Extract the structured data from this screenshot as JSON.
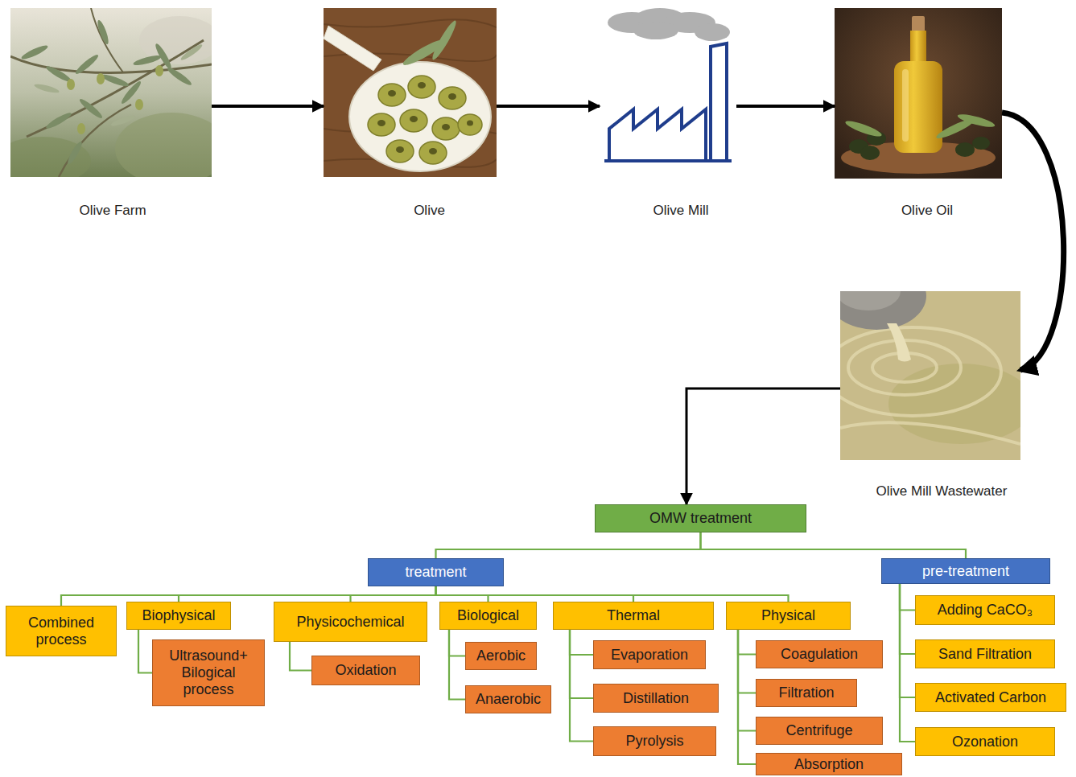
{
  "diagram": {
    "nodes": [
      {
        "text": [
          "Olive Farm"
        ]
      },
      {
        "text": [
          "Olive"
        ]
      },
      {
        "text": [
          "Olive Mill"
        ]
      },
      {
        "text": [
          "Olive Oil"
        ]
      },
      {
        "text": [
          "Olive Mill Wastewater"
        ]
      },
      {
        "text": [
          "OMW treatment"
        ]
      },
      {
        "text": [
          "treatment"
        ]
      },
      {
        "text": [
          "pre-treatment"
        ]
      },
      {
        "text": [
          "Combined process"
        ]
      },
      {
        "text": [
          "Biophysical"
        ]
      },
      {
        "text": [
          "Ultrasound+ Bilogical process"
        ]
      },
      {
        "text": [
          "Physicochemical"
        ]
      },
      {
        "text": [
          "Oxidation"
        ]
      },
      {
        "text": [
          "Biological"
        ]
      },
      {
        "text": [
          "Aerobic"
        ]
      },
      {
        "text": [
          "Anaerobic"
        ]
      },
      {
        "text": [
          "Thermal"
        ]
      },
      {
        "text": [
          "Evaporation"
        ]
      },
      {
        "text": [
          "Distillation"
        ]
      },
      {
        "text": [
          "Pyrolysis"
        ]
      },
      {
        "text": [
          "Physical"
        ]
      },
      {
        "text": [
          "Coagulation"
        ]
      },
      {
        "text": [
          "Filtration"
        ]
      },
      {
        "text": [
          "Centrifuge"
        ]
      },
      {
        "text": [
          "Absorption"
        ]
      },
      {
        "text": [
          "Adding CaCO₃"
        ]
      },
      {
        "text": [
          "Sand Filtration"
        ]
      },
      {
        "text": [
          "Activated Carbon"
        ]
      },
      {
        "text": [
          "Ozonation"
        ]
      }
    ],
    "edges": [
      {
        "from": 0,
        "to": 1,
        "arrow": "to"
      },
      {
        "from": 1,
        "to": 2,
        "arrow": "to"
      },
      {
        "from": 2,
        "to": 3,
        "arrow": "to"
      },
      {
        "from": 3,
        "to": 4,
        "arrow": "to"
      },
      {
        "from": 4,
        "to": 5,
        "arrow": "to"
      },
      {
        "from": 5,
        "to": 6,
        "arrow": "none"
      },
      {
        "from": 5,
        "to": 7,
        "arrow": "none"
      },
      {
        "from": 6,
        "to": 8,
        "arrow": "none"
      },
      {
        "from": 6,
        "to": 9,
        "arrow": "none"
      },
      {
        "from": 6,
        "to": 11,
        "arrow": "none"
      },
      {
        "from": 6,
        "to": 13,
        "arrow": "none"
      },
      {
        "from": 6,
        "to": 16,
        "arrow": "none"
      },
      {
        "from": 6,
        "to": 20,
        "arrow": "none"
      },
      {
        "from": 9,
        "to": 10,
        "arrow": "none"
      },
      {
        "from": 11,
        "to": 12,
        "arrow": "none"
      },
      {
        "from": 13,
        "to": 14,
        "arrow": "none"
      },
      {
        "from": 13,
        "to": 15,
        "arrow": "none"
      },
      {
        "from": 16,
        "to": 17,
        "arrow": "none"
      },
      {
        "from": 16,
        "to": 18,
        "arrow": "none"
      },
      {
        "from": 16,
        "to": 19,
        "arrow": "none"
      },
      {
        "from": 20,
        "to": 21,
        "arrow": "none"
      },
      {
        "from": 20,
        "to": 22,
        "arrow": "none"
      },
      {
        "from": 20,
        "to": 23,
        "arrow": "none"
      },
      {
        "from": 20,
        "to": 24,
        "arrow": "none"
      },
      {
        "from": 7,
        "to": 25,
        "arrow": "none"
      },
      {
        "from": 7,
        "to": 26,
        "arrow": "none"
      },
      {
        "from": 7,
        "to": 27,
        "arrow": "none"
      },
      {
        "from": 7,
        "to": 28,
        "arrow": "none"
      }
    ]
  }
}
